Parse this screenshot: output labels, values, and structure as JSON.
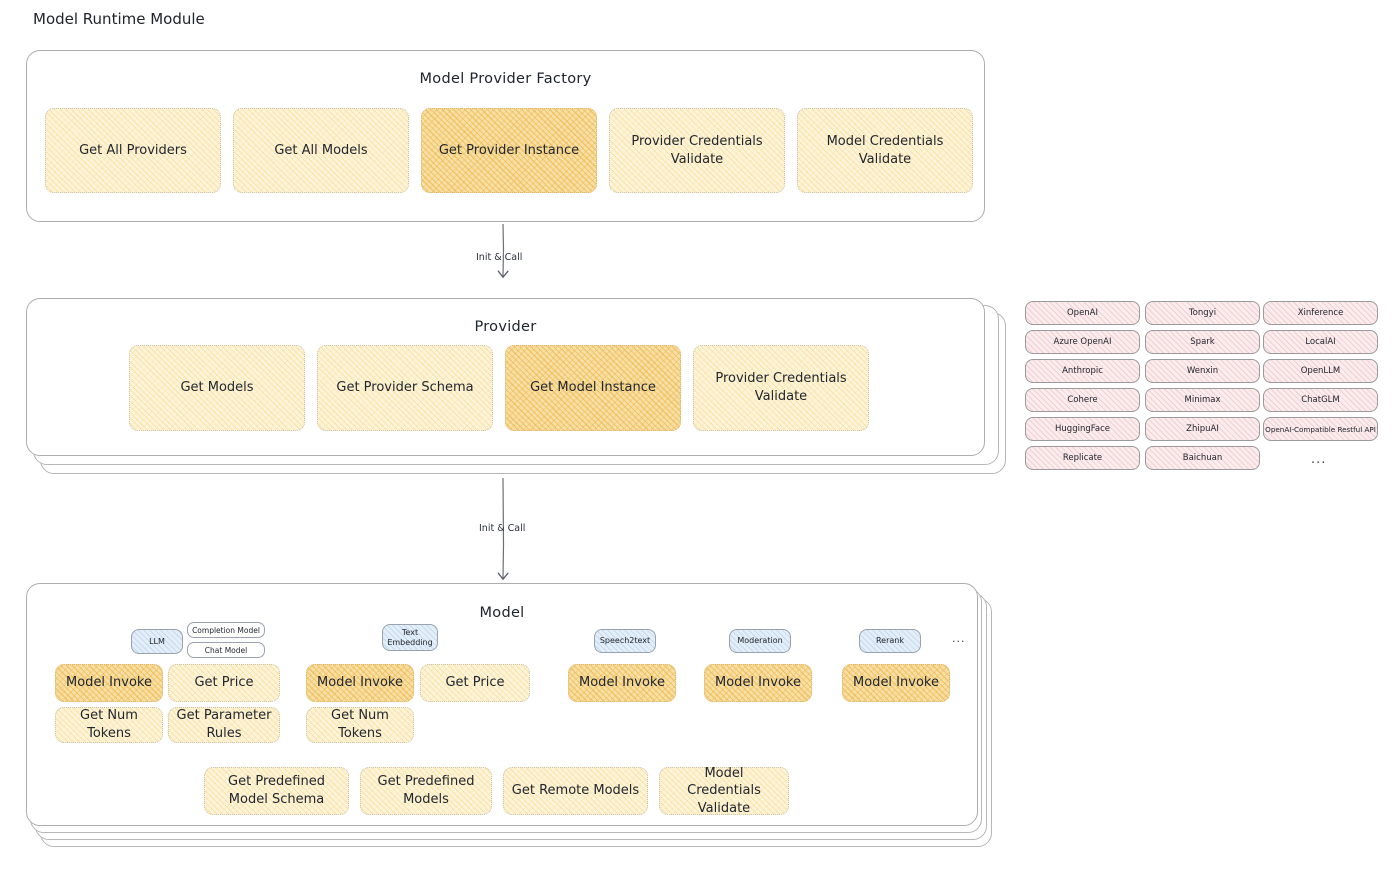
{
  "page": {
    "title": "Model Runtime Module"
  },
  "factory": {
    "title": "Model Provider Factory",
    "nodes": [
      {
        "label": "Get All Providers",
        "highlight": false
      },
      {
        "label": "Get All Models",
        "highlight": false
      },
      {
        "label": "Get Provider Instance",
        "highlight": true
      },
      {
        "label": "Provider Credentials Validate",
        "highlight": false
      },
      {
        "label": "Model Credentials Validate",
        "highlight": false
      }
    ]
  },
  "edges": [
    {
      "label": "Init & Call"
    },
    {
      "label": "Init & Call"
    }
  ],
  "provider": {
    "title": "Provider",
    "nodes": [
      {
        "label": "Get Models",
        "highlight": false
      },
      {
        "label": "Get Provider Schema",
        "highlight": false
      },
      {
        "label": "Get Model Instance",
        "highlight": true
      },
      {
        "label": "Provider Credentials Validate",
        "highlight": false
      }
    ]
  },
  "provider_list": {
    "columns": [
      {
        "items": [
          "OpenAI",
          "Azure OpenAI",
          "Anthropic",
          "Cohere",
          "HuggingFace",
          "Replicate"
        ]
      },
      {
        "items": [
          "Tongyi",
          "Spark",
          "Wenxin",
          "Minimax",
          "ZhipuAI",
          "Baichuan"
        ]
      },
      {
        "items": [
          "Xinference",
          "LocalAI",
          "OpenLLM",
          "ChatGLM",
          "OpenAI-Compatible Restful API"
        ]
      }
    ],
    "more": "..."
  },
  "model": {
    "title": "Model",
    "more": "...",
    "types": [
      {
        "name": "LLM",
        "subtypes": [
          "Completion Model",
          "Chat Model"
        ],
        "methods": [
          {
            "label": "Model Invoke",
            "highlight": true
          },
          {
            "label": "Get Price",
            "highlight": false
          },
          {
            "label": "Get Num Tokens",
            "highlight": false
          },
          {
            "label": "Get Parameter Rules",
            "highlight": false
          }
        ]
      },
      {
        "name": "Text Embedding",
        "subtypes": [],
        "methods": [
          {
            "label": "Model Invoke",
            "highlight": true
          },
          {
            "label": "Get Price",
            "highlight": false
          },
          {
            "label": "Get Num Tokens",
            "highlight": false
          }
        ]
      },
      {
        "name": "Speech2text",
        "subtypes": [],
        "methods": [
          {
            "label": "Model Invoke",
            "highlight": true
          }
        ]
      },
      {
        "name": "Moderation",
        "subtypes": [],
        "methods": [
          {
            "label": "Model Invoke",
            "highlight": true
          }
        ]
      },
      {
        "name": "Rerank",
        "subtypes": [],
        "methods": [
          {
            "label": "Model Invoke",
            "highlight": true
          }
        ]
      }
    ],
    "common_methods": [
      {
        "label": "Get Predefined Model Schema"
      },
      {
        "label": "Get Predefined Models"
      },
      {
        "label": "Get Remote Models"
      },
      {
        "label": "Model Credentials Validate"
      }
    ]
  },
  "colors": {
    "node_fill": "#fdf4da",
    "node_highlight_fill": "#f8dfa6",
    "provider_chip_fill": "#fbeced",
    "model_type_chip_fill": "#e3eef9",
    "card_border": "#adadad",
    "text": "#1f2329"
  }
}
